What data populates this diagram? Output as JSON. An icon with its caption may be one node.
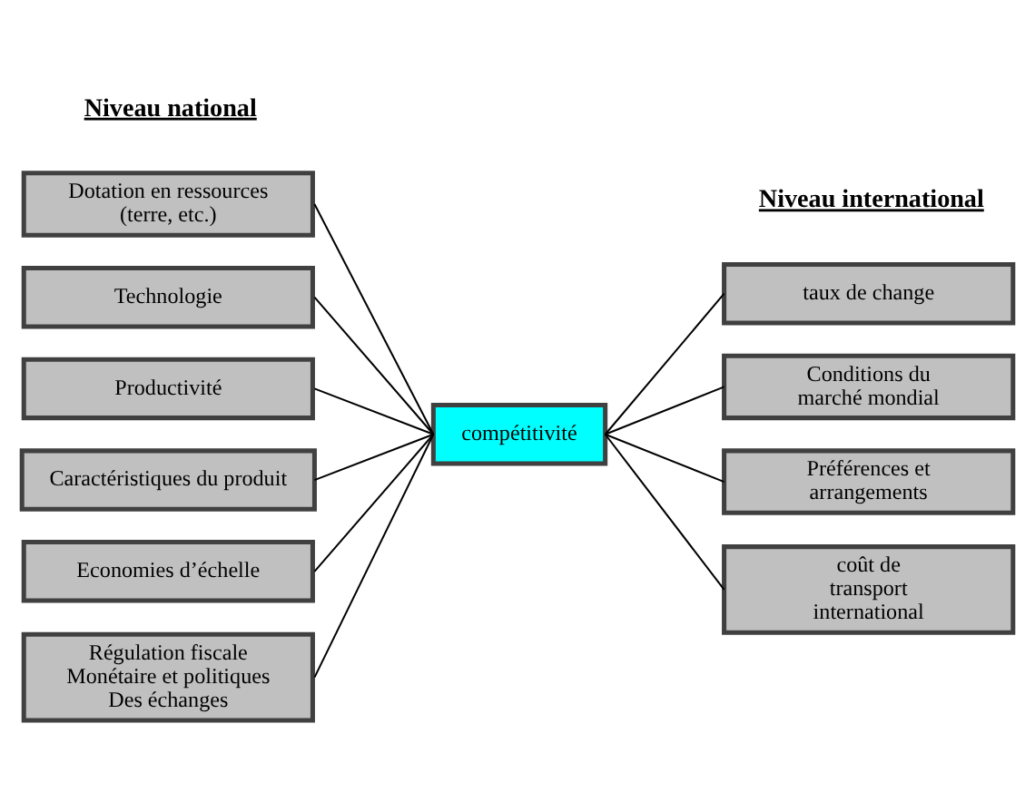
{
  "diagram": {
    "nodes": [
      {
        "text": [
          "Dotation en ressources (terre, etc.)"
        ]
      },
      {
        "text": [
          "Technologie"
        ]
      },
      {
        "text": [
          "Productivité"
        ]
      },
      {
        "text": [
          "Caractéristiques du produit"
        ]
      },
      {
        "text": [
          "Economies d’échelle"
        ]
      },
      {
        "text": [
          "Régulation fiscale Monétaire et politiques Des échanges"
        ]
      },
      {
        "text": [
          "compétitivité"
        ]
      },
      {
        "text": [
          "taux de change"
        ]
      },
      {
        "text": [
          "Conditions du marché mondial"
        ]
      },
      {
        "text": [
          "Préférences et arrangements"
        ]
      },
      {
        "text": [
          "coût de transport international"
        ]
      }
    ],
    "edges": [
      {
        "from": 0,
        "to": 6,
        "arrow": "none"
      },
      {
        "from": 1,
        "to": 6,
        "arrow": "none"
      },
      {
        "from": 2,
        "to": 6,
        "arrow": "none"
      },
      {
        "from": 3,
        "to": 6,
        "arrow": "none"
      },
      {
        "from": 4,
        "to": 6,
        "arrow": "none"
      },
      {
        "from": 5,
        "to": 6,
        "arrow": "none"
      },
      {
        "from": 6,
        "to": 7,
        "arrow": "none"
      },
      {
        "from": 6,
        "to": 8,
        "arrow": "none"
      },
      {
        "from": 6,
        "to": 9,
        "arrow": "none"
      },
      {
        "from": 6,
        "to": 10,
        "arrow": "none"
      }
    ],
    "labels": [
      "Niveau national",
      "Niveau international"
    ]
  }
}
